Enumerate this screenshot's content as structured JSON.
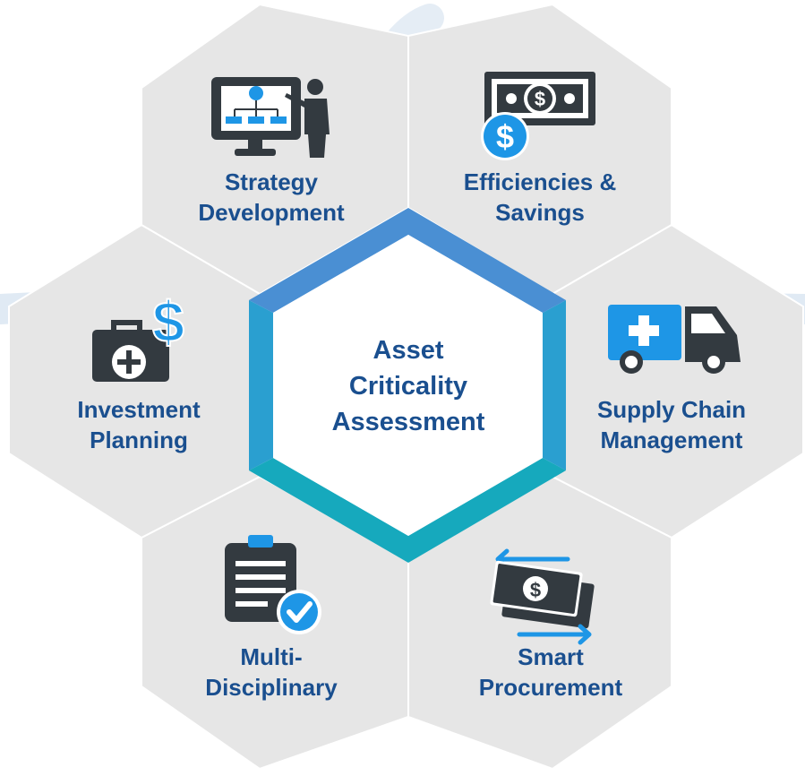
{
  "center": {
    "lines": [
      "Asset",
      "Criticality",
      "Assessment"
    ]
  },
  "segments": [
    {
      "id": "strategy",
      "lines": [
        "Strategy",
        "Development"
      ],
      "icon": "presentation-board-icon"
    },
    {
      "id": "efficiencies",
      "lines": [
        "Efficiencies &",
        "Savings"
      ],
      "icon": "banknote-dollar-icon"
    },
    {
      "id": "supply",
      "lines": [
        "Supply Chain",
        "Management"
      ],
      "icon": "medical-truck-icon"
    },
    {
      "id": "procurement",
      "lines": [
        "Smart",
        "Procurement"
      ],
      "icon": "money-exchange-icon"
    },
    {
      "id": "multi",
      "lines": [
        "Multi-",
        "Disciplinary"
      ],
      "icon": "clipboard-check-icon"
    },
    {
      "id": "investment",
      "lines": [
        "Investment",
        "Planning"
      ],
      "icon": "medical-bag-dollar-icon"
    }
  ],
  "colors": {
    "hex_fill": "#e6e6e6",
    "text": "#1a4f8f",
    "icon_dark": "#333a40",
    "icon_accent": "#1e96e6",
    "ring_top": "#4a8fd3",
    "ring_side": "#2a9fd0",
    "ring_bottom": "#16a9bd",
    "background_stroke": "#d3e1ef"
  }
}
